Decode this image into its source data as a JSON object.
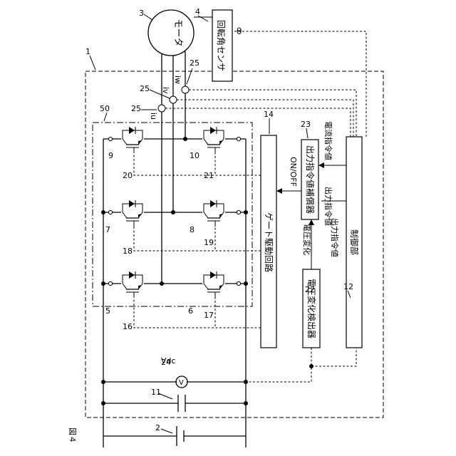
{
  "figure": {
    "label": "図４"
  },
  "refs": {
    "controller": "1",
    "dc_source": "2",
    "motor": "3",
    "angle_sensor": "4",
    "sw_u_low": "5",
    "sw_v_low": "6",
    "sw_u_high": "7",
    "sw_v_high": "8",
    "sw_w_low": "9",
    "sw_w_high": "10",
    "capacitor": "11",
    "control_unit": "12",
    "gate_drive": "14",
    "sig_16": "16",
    "sig_17": "17",
    "sig_18": "18",
    "sig_19": "19",
    "sig_20": "20",
    "sig_21": "21",
    "volt_detector": "22",
    "compensator": "23",
    "voltmeter": "24",
    "current_sensor": "25",
    "inverter": "50"
  },
  "labels": {
    "motor": "モータ",
    "angle_sensor": "回転角センサ",
    "theta": "θ",
    "gate_drive": "ゲート駆動回路",
    "compensator": "出力指令値補償器",
    "volt_detector": "電圧変化検出器",
    "control_unit": "制御部",
    "current_command": "電流指令値",
    "output_command_1": "出力指令値",
    "output_command_2": "出力指令値",
    "voltage_change": "電圧変化",
    "on_off": "ON/OFF",
    "i_u": "iu",
    "i_v": "iv",
    "i_w": "iw",
    "vdc": "Vdc",
    "v": "V"
  }
}
